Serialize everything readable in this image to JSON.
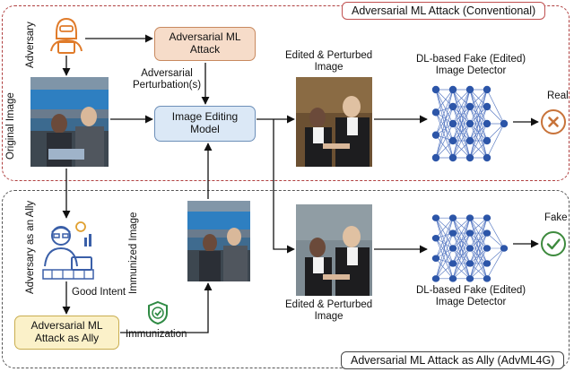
{
  "panels": {
    "conventional_title": "Adversarial ML Attack (Conventional)",
    "ally_title": "Adversarial ML Attack as Ally (AdvML4G)"
  },
  "nodes": {
    "adversary": "Adversary",
    "original_image": "Original Image",
    "adversarial_attack": "Adversarial ML\nAttack",
    "perturbations": "Adversarial\nPerturbation(s)",
    "image_editing_model": "Image Editing\nModel",
    "edited_top": "Edited & Perturbed\nImage",
    "detector_top": "DL-based Fake (Edited)\nImage Detector",
    "real": "Real",
    "adversary_ally": "Adversary as an Ally",
    "good_intent": "Good Intent",
    "attack_as_ally": "Adversarial ML\nAttack as Ally",
    "immunized_image": "Immunized Image",
    "immunization": "Immunization",
    "edited_bottom": "Edited & Perturbed\nImage",
    "detector_bottom": "DL-based Fake (Edited)\nImage Detector",
    "fake": "Fake"
  },
  "colors": {
    "conventional_border": "#b04040",
    "attack_fill": "#f6dcc9",
    "editor_fill": "#dbe8f6",
    "ally_fill": "#fbf1c9",
    "network_node": "#2c55a8",
    "real_icon": "#c8733a",
    "fake_icon": "#3d8a3d"
  },
  "icons": [
    "hacker-icon",
    "ally-person-icon",
    "shield-check-icon",
    "x-circle-icon",
    "check-circle-icon",
    "neural-network-icon"
  ]
}
